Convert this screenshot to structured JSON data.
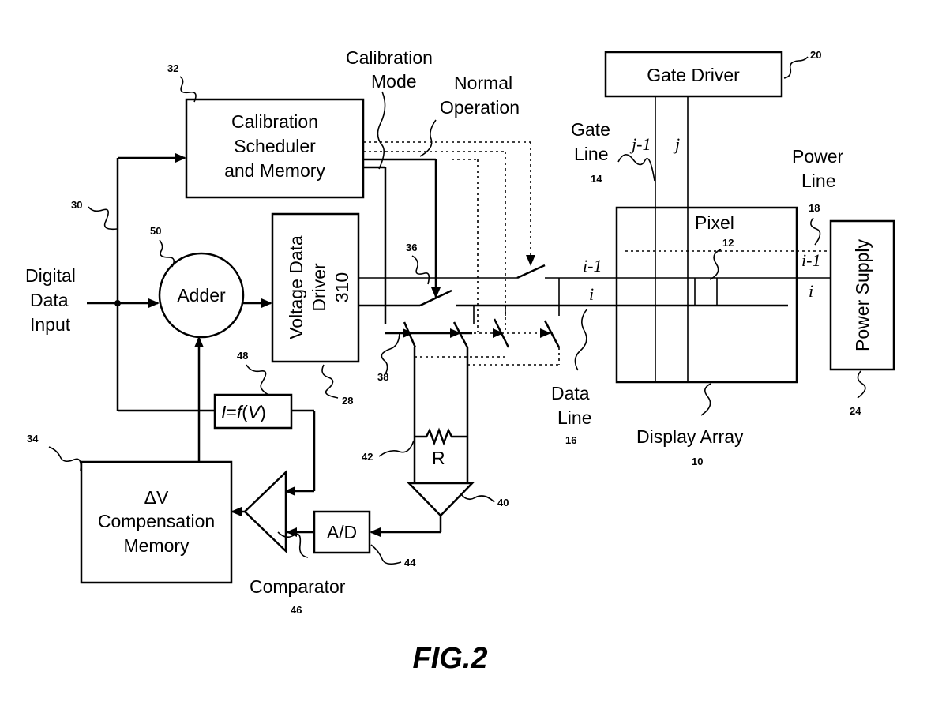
{
  "gate_driver": {
    "label": "Gate Driver",
    "ref": "20"
  },
  "calibration_scheduler": {
    "line1": "Calibration",
    "line2": "Scheduler",
    "line3": "and Memory",
    "ref": "32"
  },
  "calibration_mode": {
    "line1": "Calibration",
    "line2": "Mode"
  },
  "normal_operation": {
    "line1": "Normal",
    "line2": "Operation"
  },
  "gate_line": {
    "line1": "Gate",
    "line2": "Line",
    "ref": "14",
    "col_prev": "j-1",
    "col_cur": "j"
  },
  "power_line": {
    "line1": "Power",
    "line2": "Line",
    "ref": "18",
    "row_label": "i-1",
    "row_label2": "i"
  },
  "power_supply": {
    "label": "Power Supply",
    "ref": "24"
  },
  "pixel": {
    "label": "Pixel",
    "ref": "12"
  },
  "display_array": {
    "label": "Display Array",
    "ref": "10"
  },
  "digital_input": {
    "line1": "Digital",
    "line2": "Data",
    "line3": "Input",
    "ref": "30"
  },
  "adder": {
    "label": "Adder",
    "ref": "50"
  },
  "voltage_driver": {
    "line1": "Voltage Data",
    "line2": "Driver",
    "line3": "310",
    "ref": "28"
  },
  "data_rows": {
    "prev": "i-1",
    "cur": "i"
  },
  "data_line": {
    "line1": "Data",
    "line2": "Line",
    "ref": "16"
  },
  "switch_refs": {
    "s36": "36",
    "s38": "38"
  },
  "resistor": {
    "label": "R",
    "ref": "42"
  },
  "amplifier": {
    "ref": "40"
  },
  "adc": {
    "label": "A/D",
    "ref": "44"
  },
  "ivf": {
    "i": "I",
    "eq": "=",
    "f": "f",
    "open": "(",
    "v": "V",
    "close": ")",
    "ref": "48"
  },
  "comparator": {
    "label": "Comparator",
    "ref": "46"
  },
  "compensation": {
    "line1": "ΔV",
    "line2": "Compensation",
    "line3": "Memory",
    "ref": "34"
  },
  "figure": {
    "label": "FIG.2"
  }
}
